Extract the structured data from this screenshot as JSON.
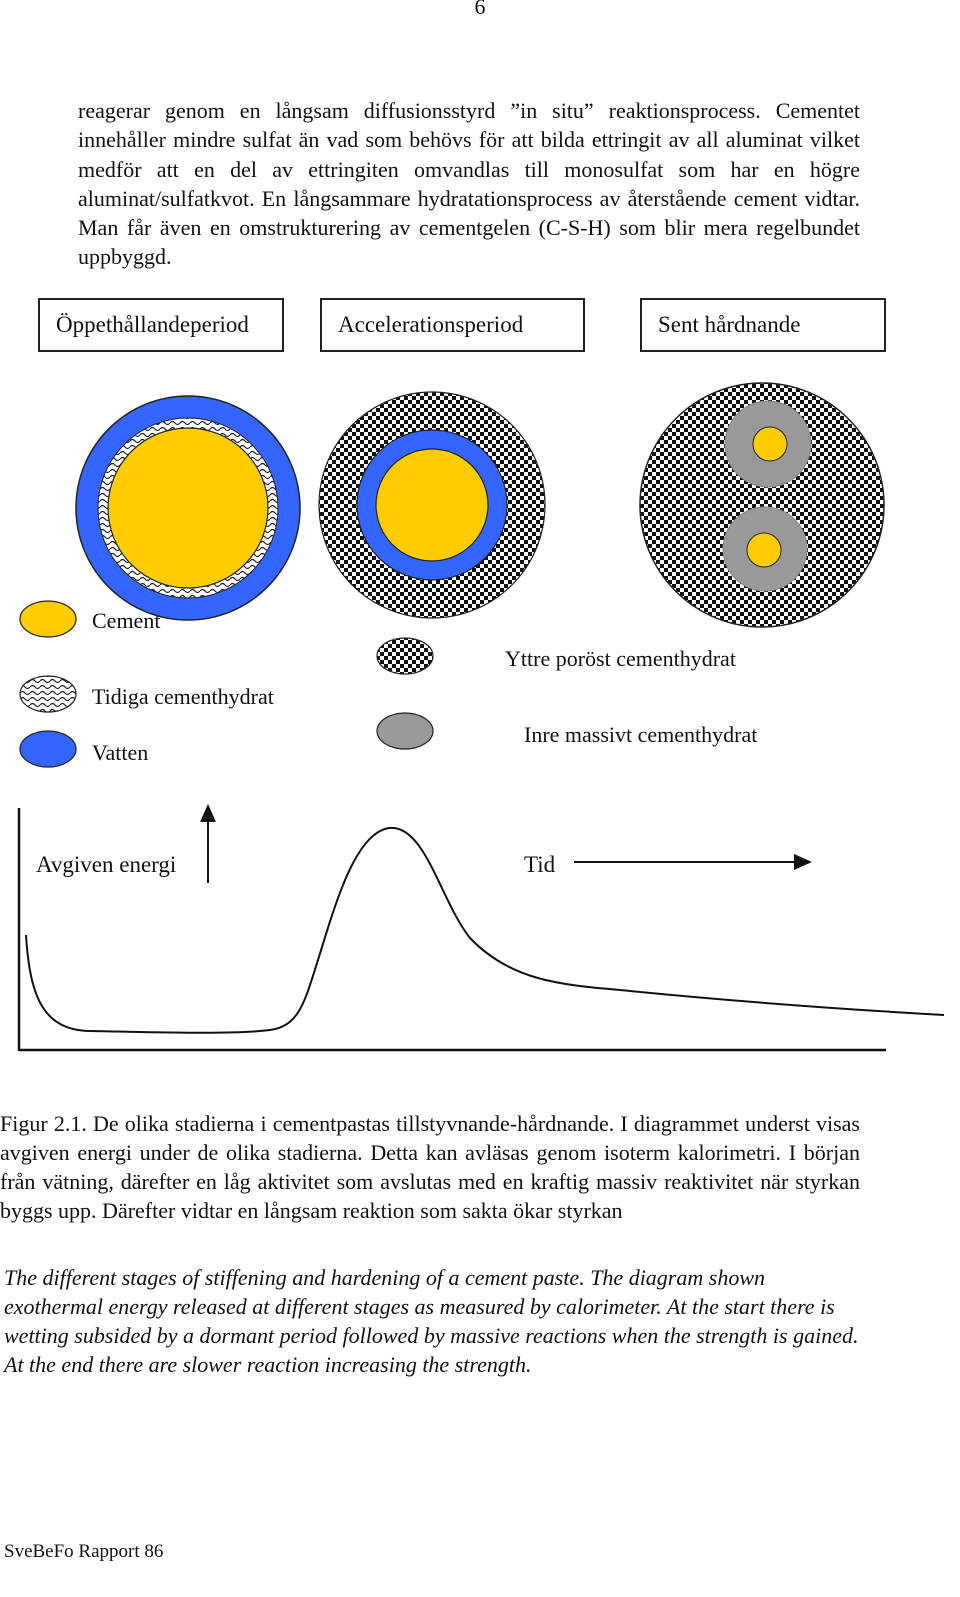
{
  "page_number": "6",
  "body_text": "reagerar genom en långsam diffusionsstyrd ”in situ” reaktionsprocess. Cementet innehåller mindre sulfat än vad som behövs för att bilda ettringit av all aluminat vilket medför att en del av ettringiten omvandlas till monosulfat som har en högre aluminat/sulfatkvot. En långsammare hydratationsprocess av återstående cement vidtar. Man får även en omstrukturering av cementgelen (C-S-H) som blir mera regelbundet uppbyggd.",
  "stages": [
    {
      "label": "Öppethållandeperiod"
    },
    {
      "label": "Accelerationsperiod"
    },
    {
      "label": "Sent hårdnande"
    }
  ],
  "legend": {
    "cement": "Cement",
    "early_hydrate": "Tidiga cementhydrat",
    "water": "Vatten",
    "outer_porous": "Yttre poröst cementhydrat",
    "inner_massive": "Inre massivt cementhydrat"
  },
  "colors": {
    "cement": "#FFCC00",
    "water": "#3366FF",
    "inner_hydrate": "#999999"
  },
  "graph": {
    "ylabel": "Avgiven energi",
    "xlabel": "Tid"
  },
  "caption_sv": "Figur 2.1. De olika stadierna i cementpastas tillstyvnande-hårdnande. I diagrammet underst visas avgiven energi under de olika stadierna. Detta kan avläsas genom isoterm kalorimetri. I början från vätning, därefter en låg aktivitet som avslutas med en kraftig massiv reaktivitet när styrkan byggs upp. Därefter vidtar en långsam reaktion som sakta ökar styrkan",
  "caption_en": "The different stages of stiffening and hardening of a cement paste. The diagram shown exothermal energy released at different stages as measured by calorimeter. At the start there is wetting subsided by a dormant period followed by massive reactions when the strength is gained. At the end there are slower reaction increasing the strength.",
  "footer": "SveBeFo Rapport 86"
}
